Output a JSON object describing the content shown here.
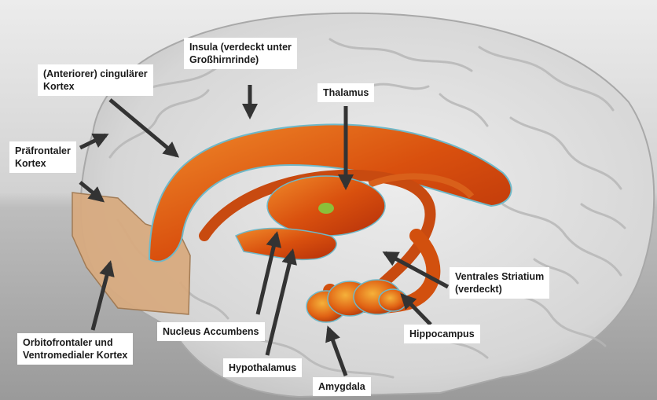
{
  "diagram": {
    "labels": [
      {
        "id": "cingulate",
        "lines": [
          "(Anteriorer) cingulärer",
          "Kortex"
        ]
      },
      {
        "id": "insula",
        "lines": [
          "Insula (verdeckt unter",
          "Großhirnrinde)"
        ]
      },
      {
        "id": "thalamus",
        "lines": [
          "Thalamus"
        ]
      },
      {
        "id": "prefrontal",
        "lines": [
          "Präfrontaler",
          "Kortex"
        ]
      },
      {
        "id": "orbitofrontal",
        "lines": [
          "Orbitofrontaler und",
          "Ventromedialer Kortex"
        ]
      },
      {
        "id": "accumbens",
        "lines": [
          "Nucleus Accumbens"
        ]
      },
      {
        "id": "hypothalamus",
        "lines": [
          "Hypothalamus"
        ]
      },
      {
        "id": "amygdala",
        "lines": [
          "Amygdala"
        ]
      },
      {
        "id": "striatum",
        "lines": [
          "Ventrales Striatium",
          "(verdeckt)"
        ]
      },
      {
        "id": "hippocampus",
        "lines": [
          "Hippocampus"
        ]
      }
    ]
  },
  "colors": {
    "brain": "#d9d9d9",
    "limbic": "#e05a10",
    "limbic_dark": "#b8360a",
    "orbitofrontal": "#d8ab80",
    "arrow": "#333333"
  }
}
